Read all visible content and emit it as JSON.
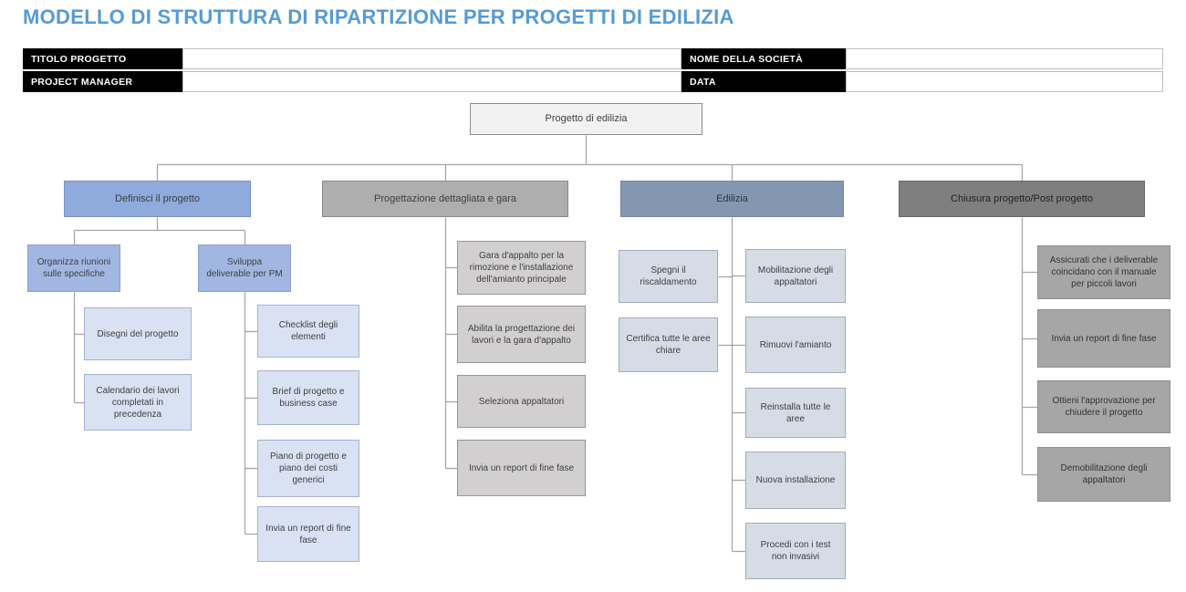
{
  "title": "MODELLO DI STRUTTURA DI RIPARTIZIONE PER PROGETTI DI EDILIZIA",
  "colors": {
    "title": "#569BD5",
    "label_bg": "#000000",
    "label_text": "#FFFFFF",
    "connector": "#A6A6A6",
    "root_fill": "#F2F2F2",
    "branch_blue": "#8FAADC",
    "branch_gray": "#AFAEAE",
    "branch_steel": "#8497B0",
    "branch_dark": "#7F7F7F",
    "child_blue": "#D9E2F3",
    "child_gray": "#D1CFCF",
    "child_steel": "#D6DCE5",
    "child_dark": "#A6A6A6"
  },
  "header_fields": [
    {
      "label": "TITOLO PROGETTO",
      "value": ""
    },
    {
      "label": "NOME DELLA SOCIETÀ",
      "value": ""
    },
    {
      "label": "PROJECT MANAGER",
      "value": ""
    },
    {
      "label": "DATA",
      "value": ""
    }
  ],
  "diagram": {
    "root": {
      "id": "root",
      "label": "Progetto di edilizia"
    },
    "branches": [
      {
        "id": "b1",
        "label": "Definisci il progetto",
        "children": [
          {
            "id": "b1a",
            "label": "Organizza riunioni sulle specifiche",
            "children": [
              {
                "id": "b1a1",
                "label": "Disegni del progetto"
              },
              {
                "id": "b1a2",
                "label": "Calendario dei lavori completati in precedenza"
              }
            ]
          },
          {
            "id": "b1b",
            "label": "Sviluppa deliverable per PM",
            "children": [
              {
                "id": "b1b1",
                "label": "Checklist degli elementi"
              },
              {
                "id": "b1b2",
                "label": "Brief di progetto e business case"
              },
              {
                "id": "b1b3",
                "label": "Piano di progetto e piano dei costi generici"
              },
              {
                "id": "b1b4",
                "label": "Invia un report di fine fase"
              }
            ]
          }
        ]
      },
      {
        "id": "b2",
        "label": "Progettazione dettagliata e gara",
        "children": [
          {
            "id": "b2c1",
            "label": "Gara d'appalto per la rimozione e l'installazione dell'amianto principale"
          },
          {
            "id": "b2c2",
            "label": "Abilita la progettazione dei lavori e la gara d'appalto"
          },
          {
            "id": "b2c3",
            "label": "Seleziona appaltatori"
          },
          {
            "id": "b2c4",
            "label": "Invia un report di fine fase"
          }
        ]
      },
      {
        "id": "b3",
        "label": "Edilizia",
        "children_left": [
          {
            "id": "b3l1",
            "label": "Spegni il riscaldamento"
          },
          {
            "id": "b3l2",
            "label": "Certifica tutte le aree chiare"
          }
        ],
        "children_right": [
          {
            "id": "b3r1",
            "label": "Mobilitazione degli appaltatori"
          },
          {
            "id": "b3r2",
            "label": "Rimuovi l'amianto"
          },
          {
            "id": "b3r3",
            "label": "Reinstalla tutte le aree"
          },
          {
            "id": "b3r4",
            "label": "Nuova installazione"
          },
          {
            "id": "b3r5",
            "label": "Procedi con i test non invasivi"
          }
        ]
      },
      {
        "id": "b4",
        "label": "Chiusura progetto/Post progetto",
        "children": [
          {
            "id": "b4c1",
            "label": "Assicurati che i deliverable coincidano con il manuale per piccoli lavori"
          },
          {
            "id": "b4c2",
            "label": "Invia un report di fine fase"
          },
          {
            "id": "b4c3",
            "label": "Ottieni l'approvazione per chiudere il progetto"
          },
          {
            "id": "b4c4",
            "label": "Demobilitazione degli appaltatori"
          }
        ]
      }
    ]
  }
}
